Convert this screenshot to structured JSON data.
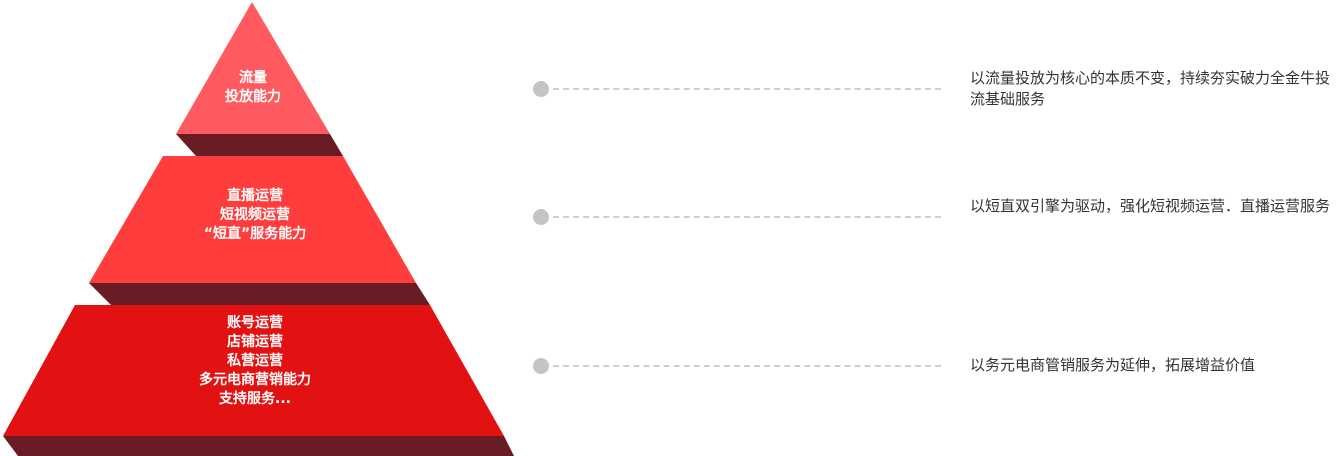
{
  "colors": {
    "tier_top": "#ff5a5f",
    "tier_mid": "#ff3d3d",
    "tier_bottom": "#e31212",
    "shadow": "#6a1c24",
    "connector": "#c4c4c4",
    "text_dark": "#333333",
    "text_light": "#ffffff"
  },
  "tiers": [
    {
      "label_lines": [
        "流量",
        "投放能力"
      ],
      "description": "以流量投放为核心的本质不变，持续夯实破力全金牛投流基础服务"
    },
    {
      "label_lines": [
        "直播运营",
        "短视频运营",
        "“短直”服务能力"
      ],
      "description": "以短直双引擎为驱动，强化短视频运营．直播运营服务"
    },
    {
      "label_lines": [
        "账号运营",
        "店铺运营",
        "私营运营",
        "多元电商营销能力",
        "支持服务..."
      ],
      "description": "以务元电商管销服务为延伸，拓展增益价值"
    }
  ]
}
